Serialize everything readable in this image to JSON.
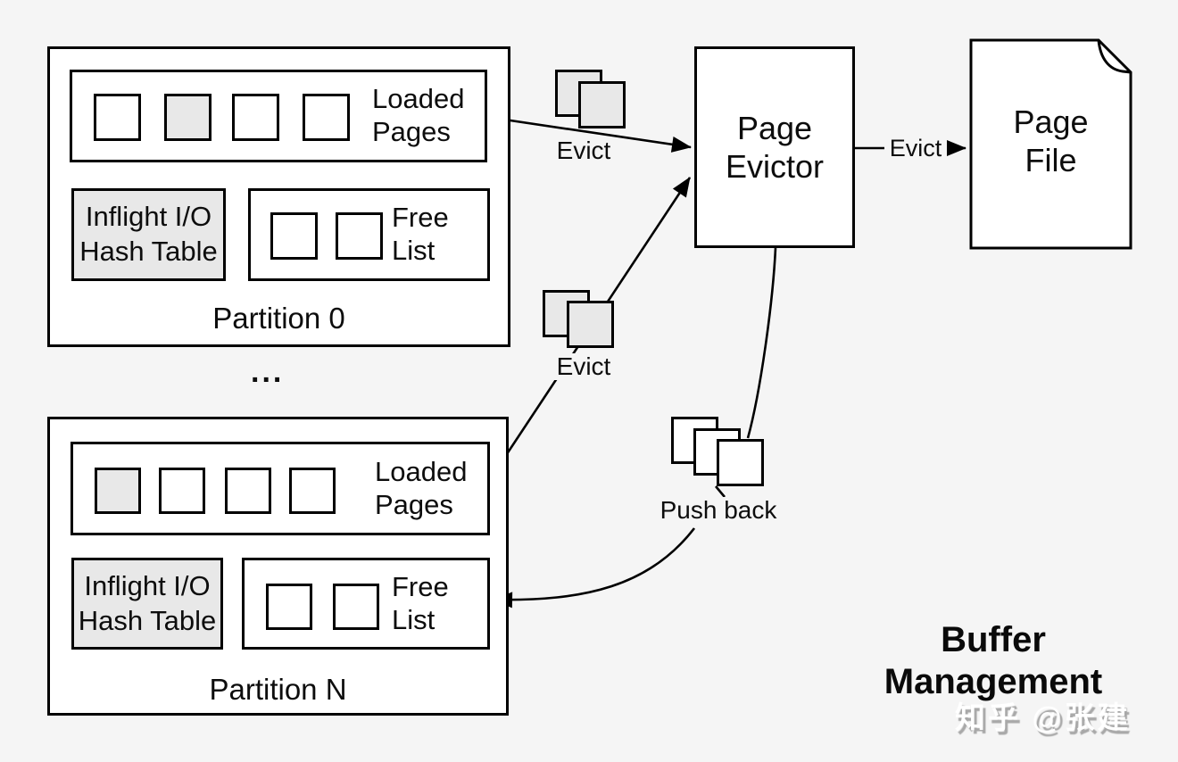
{
  "diagram_title": "Buffer\nManagement",
  "watermark": "知乎 @张建",
  "colors": {
    "background": "#f5f5f5",
    "stroke": "#000000",
    "shaded_fill": "#e8e8e8",
    "node_fill": "#ffffff",
    "watermark_text": "#ffffff",
    "watermark_shadow": "#a8a8a8"
  },
  "ellipsis": "...",
  "partitions": [
    {
      "title": "Partition 0",
      "loaded_pages_label": "Loaded\nPages",
      "inflight_label": "Inflight I/O\nHash Table",
      "free_list_label": "Free\nList",
      "loaded_slots": [
        "empty",
        "shaded",
        "empty",
        "empty"
      ],
      "free_slots": [
        "empty",
        "empty"
      ]
    },
    {
      "title": "Partition N",
      "loaded_pages_label": "Loaded\nPages",
      "inflight_label": "Inflight I/O\nHash Table",
      "free_list_label": "Free\nList",
      "loaded_slots": [
        "shaded",
        "empty",
        "empty",
        "empty"
      ],
      "free_slots": [
        "empty",
        "empty"
      ]
    }
  ],
  "evictor": {
    "label": "Page\nEvictor"
  },
  "page_file": {
    "label": "Page\nFile"
  },
  "edges": {
    "evict_top": "Evict",
    "evict_mid": "Evict",
    "evict_to_file": "Evict",
    "push_back": "Push back"
  }
}
